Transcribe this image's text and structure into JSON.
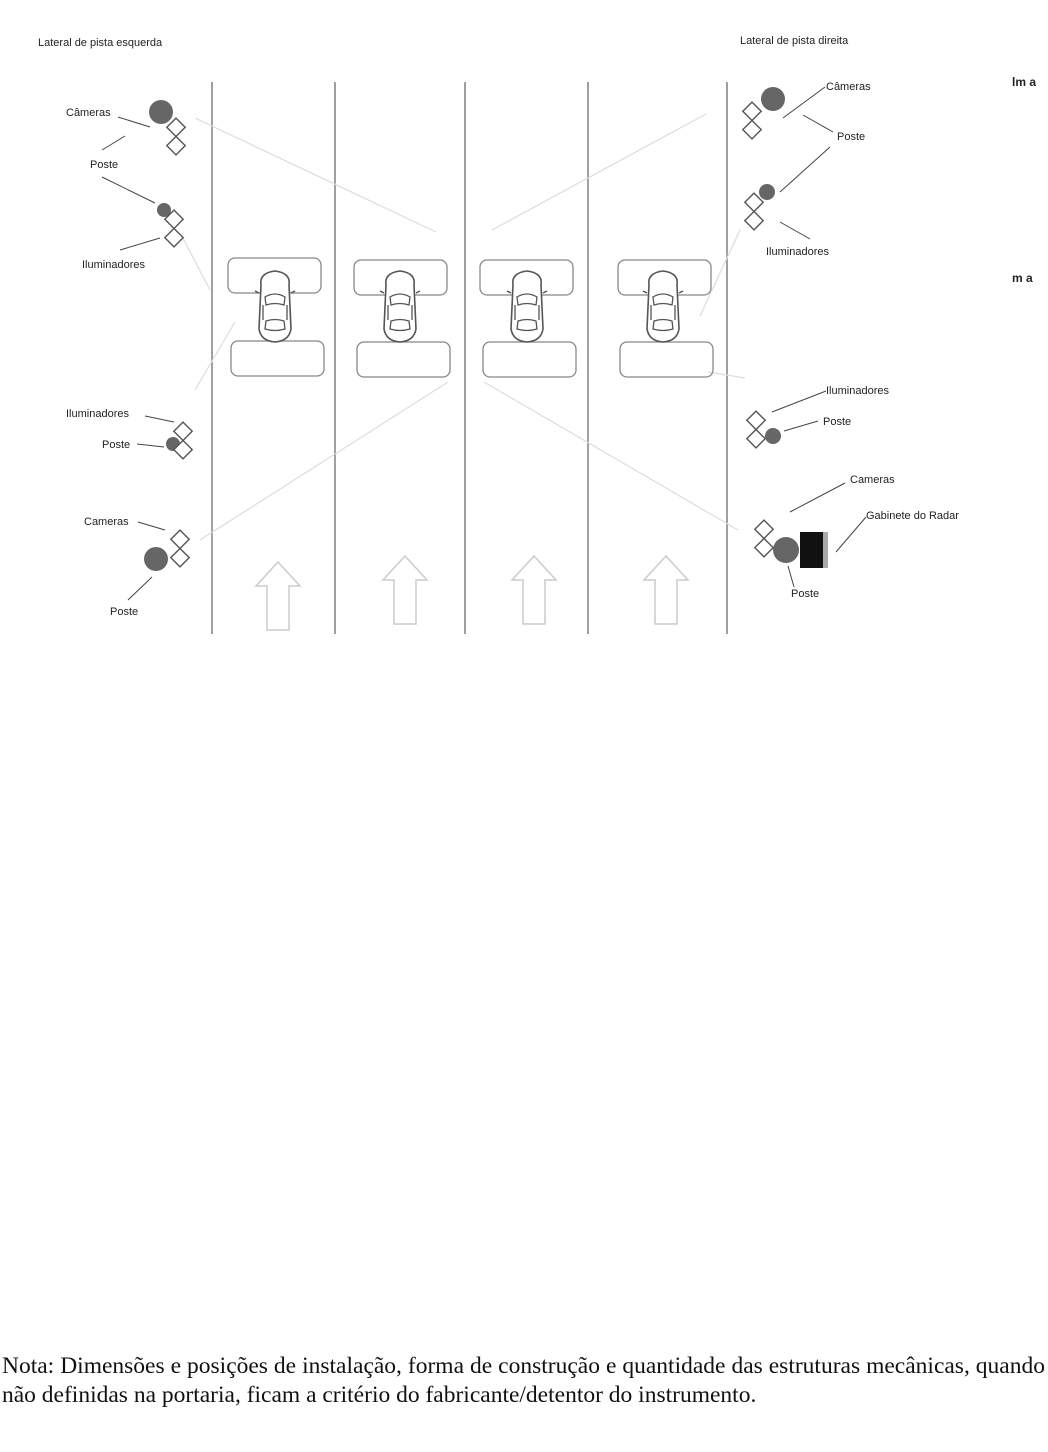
{
  "diagram": {
    "left_side_title": "Lateral de pista esquerda",
    "right_side_title": "Lateral de pista direita",
    "left_labels": {
      "cameras_top": "Câmeras",
      "poste_top": "Poste",
      "iluminadores_top": "Iluminadores",
      "iluminadores_bottom": "Iluminadores",
      "poste_mid": "Poste",
      "cameras_bottom": "Cameras",
      "poste_bottom": "Poste"
    },
    "right_labels": {
      "cameras_top": "Câmeras",
      "poste_top": "Poste",
      "iluminadores_top": "Iluminadores",
      "iluminadores_bottom": "Iluminadores",
      "poste_mid": "Poste",
      "cameras_bottom": "Cameras",
      "gabinete": "Gabinete do Radar",
      "poste_bottom": "Poste"
    },
    "clipped_text_1": "lm a",
    "clipped_text_2": "m a"
  },
  "nota": "Nota: Dimensões e posições de instalação, forma de construção e quantidade das estruturas mecânicas, quando não definidas na portaria, ficam a critério do fabricante/detentor do instrumento."
}
